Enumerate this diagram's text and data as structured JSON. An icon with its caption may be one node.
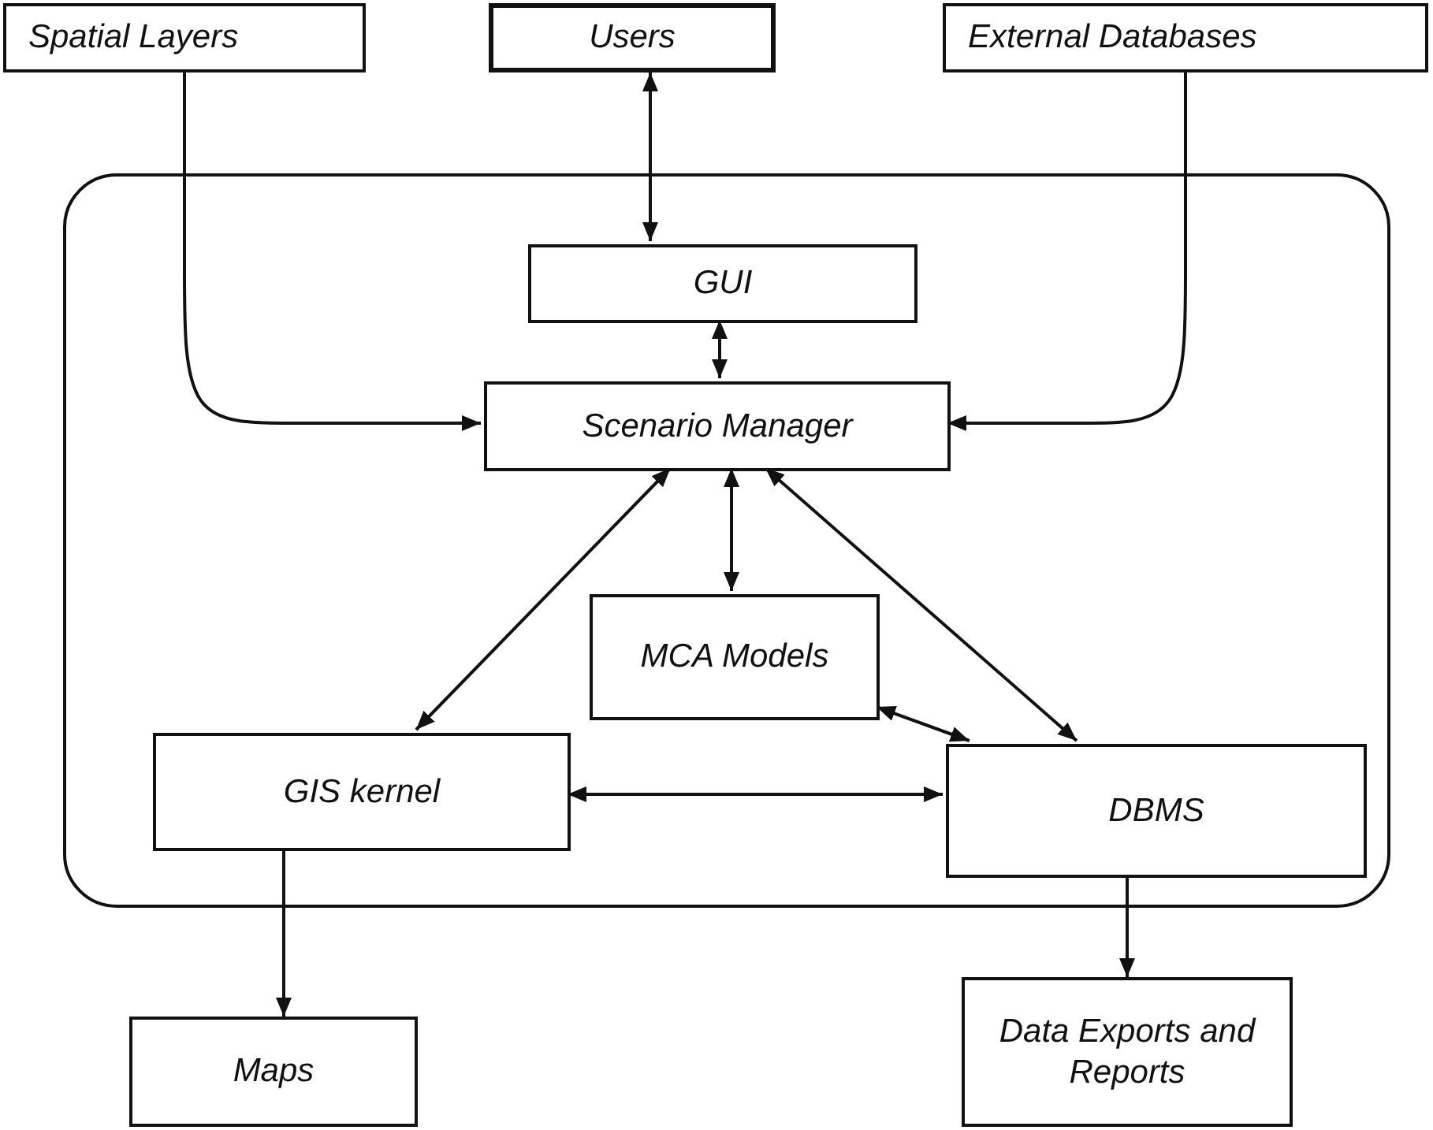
{
  "diagram": {
    "nodes": [
      {
        "text": [
          "Spatial Layers"
        ]
      },
      {
        "text": [
          "Users"
        ]
      },
      {
        "text": [
          "External Databases"
        ]
      },
      {
        "text": [],
        "shape": "box"
      },
      {
        "text": [
          "GUI"
        ],
        "in": 3
      },
      {
        "text": [
          "Scenario Manager"
        ],
        "in": 3
      },
      {
        "text": [
          "MCA Models"
        ],
        "in": 3
      },
      {
        "text": [
          "GIS kernel"
        ],
        "in": 3
      },
      {
        "text": [
          "DBMS"
        ],
        "in": 3
      },
      {
        "text": [
          "Maps"
        ]
      },
      {
        "text": [
          "Data Exports and Reports"
        ]
      }
    ],
    "edges": [
      {
        "from": 0,
        "to": 5,
        "arrow": "to"
      },
      {
        "from": 1,
        "to": 4,
        "arrow": "both"
      },
      {
        "from": 4,
        "to": 5,
        "arrow": "both"
      },
      {
        "from": 2,
        "to": 5,
        "arrow": "to"
      },
      {
        "from": 5,
        "to": 7,
        "arrow": "both"
      },
      {
        "from": 5,
        "to": 6,
        "arrow": "both"
      },
      {
        "from": 5,
        "to": 8,
        "arrow": "both"
      },
      {
        "from": 6,
        "to": 8,
        "arrow": "both"
      },
      {
        "from": 7,
        "to": 8,
        "arrow": "both"
      },
      {
        "from": 7,
        "to": 9,
        "arrow": "to"
      },
      {
        "from": 8,
        "to": 10,
        "arrow": "to"
      }
    ]
  }
}
